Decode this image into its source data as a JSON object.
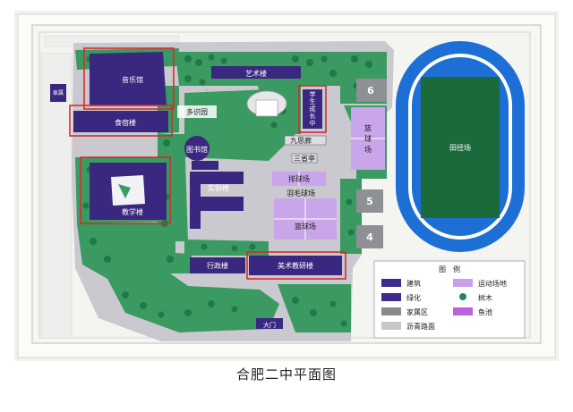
{
  "map": {
    "caption": "合肥二中平面图",
    "labels": {
      "music_hall": "音乐馆",
      "dining_hall": "食宿楼",
      "teaching": "教学楼",
      "arts": "艺术楼",
      "student_center": "学生成长中心",
      "knowledge_garden": "多识园",
      "library": "图书馆",
      "lab": "实验楼",
      "admin": "行政楼",
      "art_teaching": "美术教研楼",
      "jiusi_corridor": "九思廊",
      "sanxing_pavilion": "三省亭",
      "volleyball": "排球场",
      "badminton": "羽毛球场",
      "basketball_south": "篮球场",
      "basketball_east": "篮\n球\n场",
      "track_field": "田径场",
      "gate": "大门",
      "residence": "家属",
      "res_6": "6",
      "res_5": "5",
      "res_4": "4"
    },
    "legend": {
      "title": "图　例",
      "items": [
        {
          "label": "建筑",
          "color": "#3f2c8a"
        },
        {
          "label": "运动场地",
          "color": "#c8a0e8"
        },
        {
          "label": "绿化",
          "color": "#3f2c8a"
        },
        {
          "label": "树木",
          "color": "#1f8a55"
        },
        {
          "label": "家属区",
          "color": "#8a8a8a"
        },
        {
          "label": "鱼池",
          "color": "#c060e0"
        },
        {
          "label": "沥青路面",
          "color": "#c8c8cc"
        }
      ]
    },
    "colors": {
      "building": "#3a2780",
      "sports": "#c9a6ea",
      "green": "#2f9a60",
      "track": "#1d6fd6",
      "field": "#1a6a3c",
      "highlight": "#d62c2c",
      "road": "#c9c9cf"
    }
  }
}
